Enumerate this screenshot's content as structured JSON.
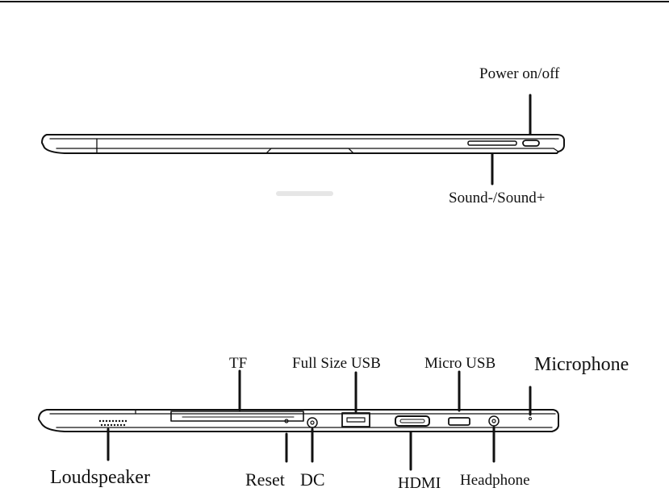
{
  "top_view": {
    "power_label": "Power on/off",
    "volume_label": "Sound-/Sound+"
  },
  "side_view": {
    "tf_label": "TF",
    "full_size_usb_label": "Full Size USB",
    "micro_usb_label": "Micro USB",
    "microphone_label": "Microphone",
    "loudspeaker_label": "Loudspeaker",
    "reset_label": "Reset",
    "dc_label": "DC",
    "hdmi_label": "HDMI",
    "headphone_label": "Headphone"
  },
  "colors": {
    "line": "#111111",
    "background": "#ffffff"
  }
}
